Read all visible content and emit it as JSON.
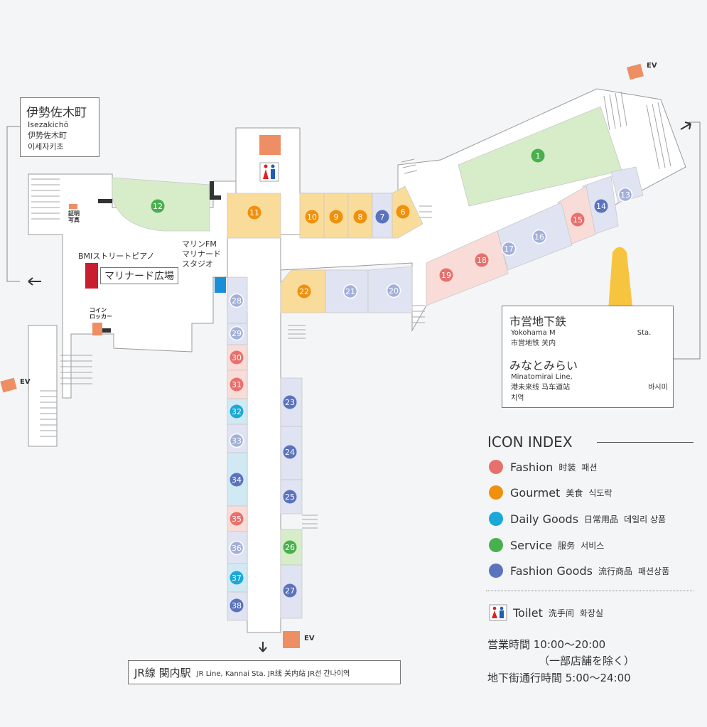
{
  "colors": {
    "fashion": "#e8706c",
    "gourmet": "#f0900c",
    "daily": "#1aa8d8",
    "service": "#49b04e",
    "fashion_goods": "#5b73bd",
    "fashion_area": "#f9dcd8",
    "gourmet_area": "#fadc9a",
    "daily_area": "#d0e9f3",
    "service_area": "#d7ecc8",
    "fgoods_area": "#dfe3f2",
    "ev": "#ee8e64",
    "piano": "#c81e2f",
    "marine_fm": "#1a8fd8"
  },
  "shops": [
    {
      "no": "1",
      "cat": "service"
    },
    {
      "no": "6",
      "cat": "gourmet"
    },
    {
      "no": "7",
      "cat": "fashion_goods"
    },
    {
      "no": "8",
      "cat": "gourmet"
    },
    {
      "no": "9",
      "cat": "gourmet"
    },
    {
      "no": "10",
      "cat": "gourmet"
    },
    {
      "no": "11",
      "cat": "gourmet"
    },
    {
      "no": "12",
      "cat": "service"
    },
    {
      "no": "13",
      "cat": "fashion_goods"
    },
    {
      "no": "14",
      "cat": "fashion_goods"
    },
    {
      "no": "15",
      "cat": "fashion"
    },
    {
      "no": "16",
      "cat": "fashion_goods"
    },
    {
      "no": "17",
      "cat": "fashion_goods"
    },
    {
      "no": "18",
      "cat": "fashion"
    },
    {
      "no": "19",
      "cat": "fashion"
    },
    {
      "no": "20",
      "cat": "fashion_goods"
    },
    {
      "no": "21",
      "cat": "fashion_goods"
    },
    {
      "no": "22",
      "cat": "gourmet"
    },
    {
      "no": "23",
      "cat": "fashion_goods"
    },
    {
      "no": "24",
      "cat": "fashion_goods"
    },
    {
      "no": "25",
      "cat": "fashion_goods"
    },
    {
      "no": "26",
      "cat": "service"
    },
    {
      "no": "27",
      "cat": "fashion_goods"
    },
    {
      "no": "28",
      "cat": "fashion_goods"
    },
    {
      "no": "29",
      "cat": "fashion_goods"
    },
    {
      "no": "30",
      "cat": "fashion"
    },
    {
      "no": "31",
      "cat": "fashion"
    },
    {
      "no": "32",
      "cat": "daily"
    },
    {
      "no": "33",
      "cat": "fashion_goods"
    },
    {
      "no": "34",
      "cat": "fashion_goods"
    },
    {
      "no": "35",
      "cat": "fashion"
    },
    {
      "no": "36",
      "cat": "fashion_goods"
    },
    {
      "no": "37",
      "cat": "daily"
    },
    {
      "no": "38",
      "cat": "fashion_goods"
    }
  ],
  "isezakicho": {
    "title": "伊勢佐木町",
    "romaji": "Isezakichō",
    "zh": "伊势佐木町",
    "ko": "이세자키초"
  },
  "subway": {
    "title": "市営地下鉄",
    "line1": "Yokohama M",
    "line1b": "Sta.",
    "line2": "市営地铁 关内",
    "mm_title": "みなとみらい",
    "mm_en": "Minatomirai Line,",
    "mm_zh": "港未来线 马车道站",
    "mm_ko": "바시미치역"
  },
  "jr": {
    "title": "JR線 関内駅",
    "sub": "JR Line, Kannai Sta. JR线 关内站 JR선 간나이역"
  },
  "labels": {
    "ev": "EV",
    "piano": "BMIストリートピアノ",
    "plaza": "マリナード広場",
    "marine_fm": "マリンFM",
    "marinard": "マリナード",
    "studio": "スタジオ",
    "photo1": "証明",
    "photo2": "写真",
    "coin1": "コイン",
    "coin2": "ロッカー"
  },
  "legend": {
    "title": "ICON INDEX",
    "items": [
      {
        "key": "fashion",
        "label": "Fashion",
        "zh": "时装",
        "ko": "패션"
      },
      {
        "key": "gourmet",
        "label": "Gourmet",
        "zh": "美食",
        "ko": "식도락"
      },
      {
        "key": "daily",
        "label": "Daily Goods",
        "zh": "日常用品",
        "ko": "데일리 상품"
      },
      {
        "key": "service",
        "label": "Service",
        "zh": "服务",
        "ko": "서비스"
      },
      {
        "key": "fashion_goods",
        "label": "Fashion Goods",
        "zh": "流行商品",
        "ko": "패션상품"
      }
    ],
    "toilet": {
      "label": "Toilet",
      "zh": "洗手间",
      "ko": "화장실"
    },
    "hours": "営業時間 10:00～20:00",
    "hours_note": "（一部店舗を除く）",
    "passage": "地下街通行時間 5:00～24:00"
  }
}
